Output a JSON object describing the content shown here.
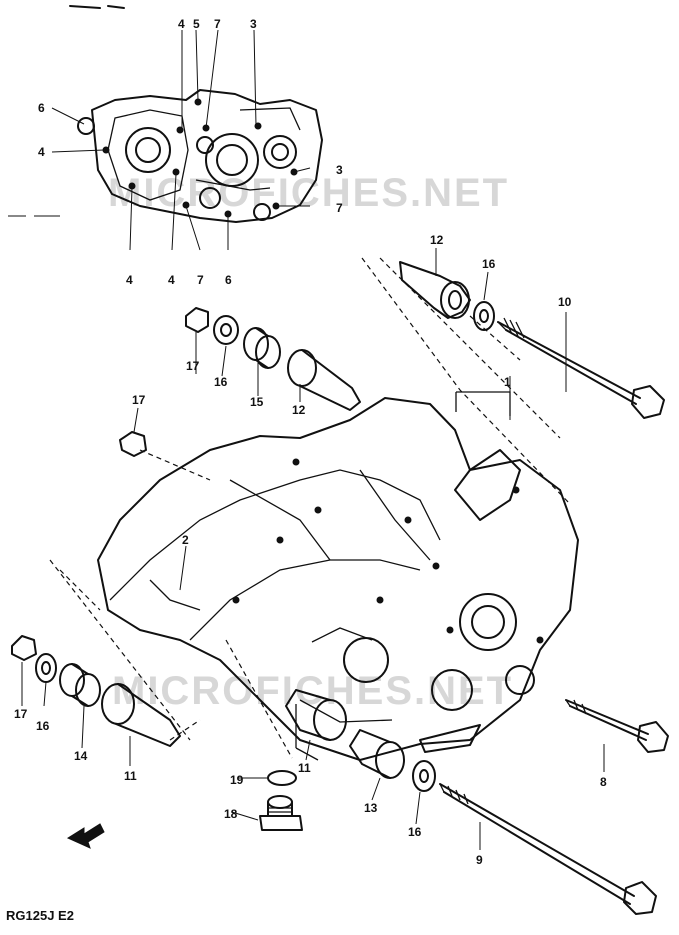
{
  "diagram": {
    "watermark_text": "MICROFICHES.NET",
    "model_code": "RG125J E2",
    "callouts_inset": [
      "4",
      "5",
      "7",
      "3",
      "6",
      "4",
      "3",
      "7",
      "4",
      "4",
      "7",
      "6"
    ],
    "callouts_main": [
      "12",
      "16",
      "10",
      "17",
      "16",
      "15",
      "12",
      "17",
      "1",
      "2",
      "17",
      "16",
      "14",
      "11",
      "11",
      "19",
      "18",
      "13",
      "16",
      "8",
      "9"
    ]
  },
  "colors": {
    "ink": "#111111",
    "paper": "#ffffff",
    "watermark": "#d7d7d7"
  },
  "icons": {
    "front_arrow": "front-arrow-icon"
  }
}
